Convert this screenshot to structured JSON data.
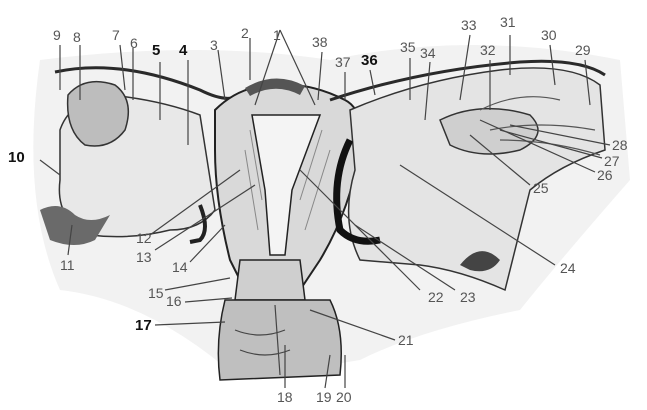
{
  "labels": {
    "l1": "1",
    "l2": "2",
    "l3": "3",
    "l4": "4",
    "l5": "5",
    "l6": "6",
    "l7": "7",
    "l8": "8",
    "l9": "9",
    "l10": "10",
    "l11": "11",
    "l12": "12",
    "l13": "13",
    "l14": "14",
    "l15": "15",
    "l16": "16",
    "l17": "17",
    "l18": "18",
    "l19": "19",
    "l20": "20",
    "l21": "21",
    "l22": "22",
    "l23": "23",
    "l24": "24",
    "l25": "25",
    "l26": "26",
    "l27": "27",
    "l28": "28",
    "l29": "29",
    "l30": "30",
    "l31": "31",
    "l32": "32",
    "l33": "33",
    "l34": "34",
    "l35": "35",
    "l36": "36",
    "l37": "37",
    "l38": "38"
  }
}
